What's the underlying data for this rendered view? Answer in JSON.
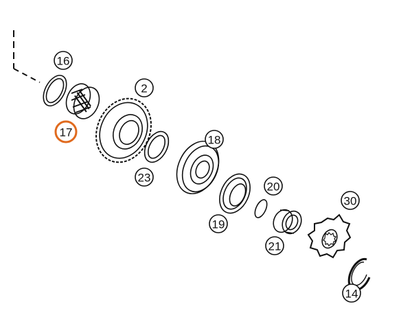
{
  "diagram": {
    "callouts": [
      {
        "id": "16",
        "label": "16"
      },
      {
        "id": "2",
        "label": "2"
      },
      {
        "id": "17",
        "label": "17",
        "highlighted": true
      },
      {
        "id": "23",
        "label": "23"
      },
      {
        "id": "18",
        "label": "18"
      },
      {
        "id": "20",
        "label": "20"
      },
      {
        "id": "19",
        "label": "19"
      },
      {
        "id": "30",
        "label": "30"
      },
      {
        "id": "21",
        "label": "21"
      },
      {
        "id": "14",
        "label": "14"
      }
    ]
  },
  "colors": {
    "stroke": "#111111",
    "highlight": "#e06a1e",
    "background": "#ffffff"
  }
}
